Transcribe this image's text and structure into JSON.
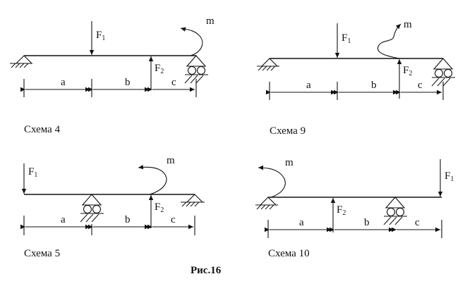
{
  "figure_caption": "Рис.16",
  "labels": {
    "force1": "F",
    "force2": "F",
    "sub1": "1",
    "sub2": "2",
    "moment": "m",
    "a": "a",
    "b": "b",
    "c": "c"
  },
  "schemes": [
    {
      "id": "4",
      "caption": "Схема 4"
    },
    {
      "id": "9",
      "caption": "Схема 9"
    },
    {
      "id": "5",
      "caption": "Схема 5"
    },
    {
      "id": "10",
      "caption": "Схема 10"
    }
  ]
}
